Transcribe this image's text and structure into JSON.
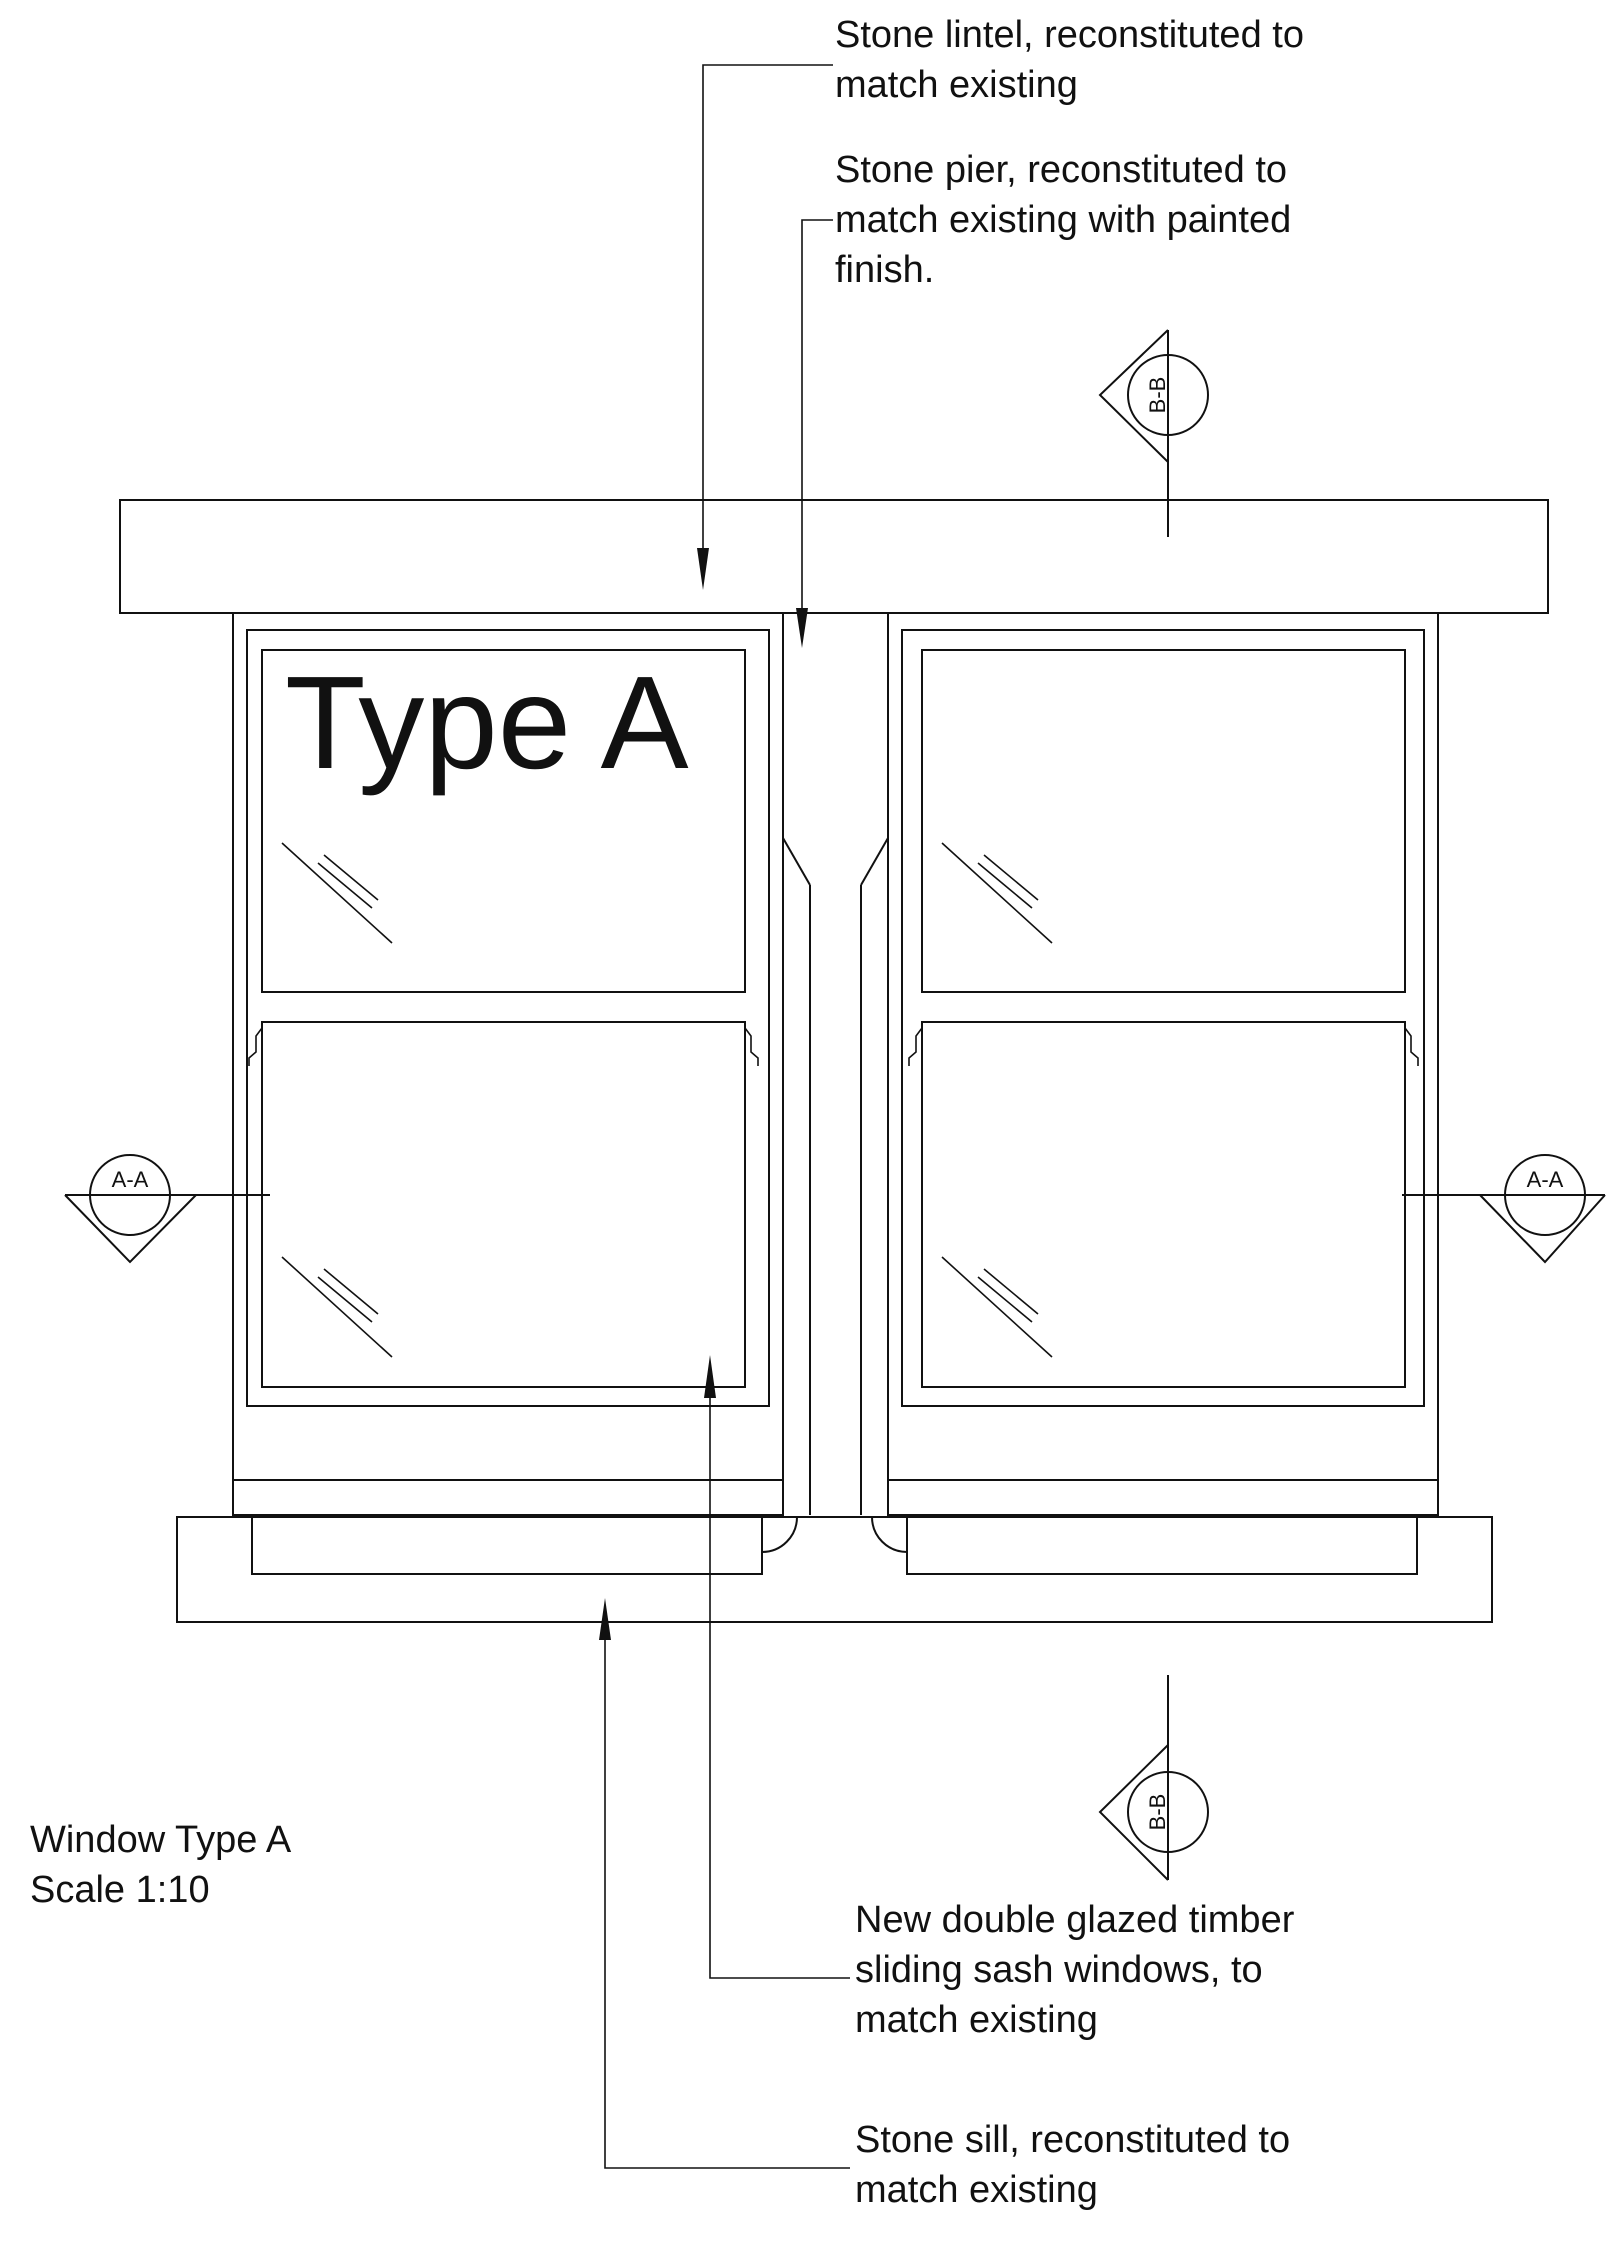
{
  "notes": {
    "lintel": [
      "Stone lintel, reconstituted to",
      "match existing"
    ],
    "pier": [
      "Stone pier, reconstituted to",
      "match existing with painted",
      "finish."
    ],
    "sash": [
      "New double glazed timber",
      "sliding sash windows, to",
      "match existing"
    ],
    "sill": [
      "Stone sill, reconstituted to",
      "match existing"
    ]
  },
  "type_label": "Type A",
  "title": {
    "name": "Window Type A",
    "scale": "Scale 1:10"
  },
  "section_markers": {
    "a": "A-A",
    "b": "B-B"
  },
  "line_color": "#111111",
  "background": "#ffffff"
}
